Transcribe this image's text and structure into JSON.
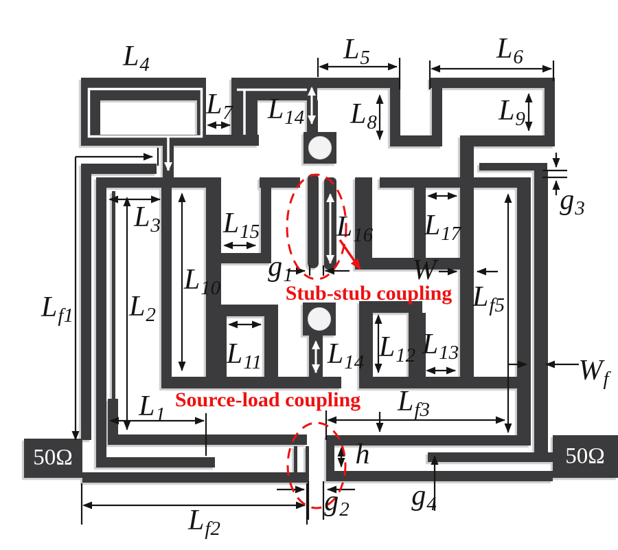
{
  "figure": {
    "type": "microstrip-filter-layout-diagram",
    "description": "Layout of a microstrip bandpass filter with labeled physical dimensions, source-load and stub-stub coupling annotations, two 50-ohm feed ports and two grounding via pads"
  },
  "colors": {
    "trace": "#3a3a3c",
    "dimension_line": "#151515",
    "annotation_red": "#ee1111",
    "via_fill": "#f3f3f3",
    "port_text": "#ffffff",
    "background": "#ffffff"
  },
  "ports": {
    "left": "50Ω",
    "right": "50Ω"
  },
  "annotations": {
    "stub_stub": "Stub-stub coupling",
    "source_load": "Source-load coupling"
  },
  "labels": {
    "L4": {
      "main": "L",
      "sub": "4"
    },
    "L7": {
      "main": "L",
      "sub": "7"
    },
    "L14t": {
      "main": "L",
      "sub": "14"
    },
    "L5": {
      "main": "L",
      "sub": "5"
    },
    "L8": {
      "main": "L",
      "sub": "8"
    },
    "L6": {
      "main": "L",
      "sub": "6"
    },
    "L9": {
      "main": "L",
      "sub": "9"
    },
    "g3": {
      "main": "g",
      "sub": "3"
    },
    "L3": {
      "main": "L",
      "sub": "3"
    },
    "L15": {
      "main": "L",
      "sub": "15"
    },
    "L16": {
      "main": "L",
      "sub": "16"
    },
    "L17": {
      "main": "L",
      "sub": "17"
    },
    "g1": {
      "main": "g",
      "sub": "1"
    },
    "W": {
      "main": "W",
      "sub": ""
    },
    "Lf1": {
      "main": "L",
      "sub": "f1"
    },
    "L2": {
      "main": "L",
      "sub": "2"
    },
    "L10": {
      "main": "L",
      "sub": "10"
    },
    "Lf5": {
      "main": "L",
      "sub": "f5"
    },
    "L11": {
      "main": "L",
      "sub": "11"
    },
    "L14b": {
      "main": "L",
      "sub": "14"
    },
    "L12": {
      "main": "L",
      "sub": "12"
    },
    "L13": {
      "main": "L",
      "sub": "13"
    },
    "Wf": {
      "main": "W",
      "sub": "f"
    },
    "L1": {
      "main": "L",
      "sub": "1"
    },
    "Lf3": {
      "main": "L",
      "sub": "f3"
    },
    "Lf2": {
      "main": "L",
      "sub": "f2"
    },
    "g2": {
      "main": "g",
      "sub": "2"
    },
    "h": {
      "main": "h",
      "sub": ""
    },
    "g4": {
      "main": "g",
      "sub": "4"
    }
  }
}
